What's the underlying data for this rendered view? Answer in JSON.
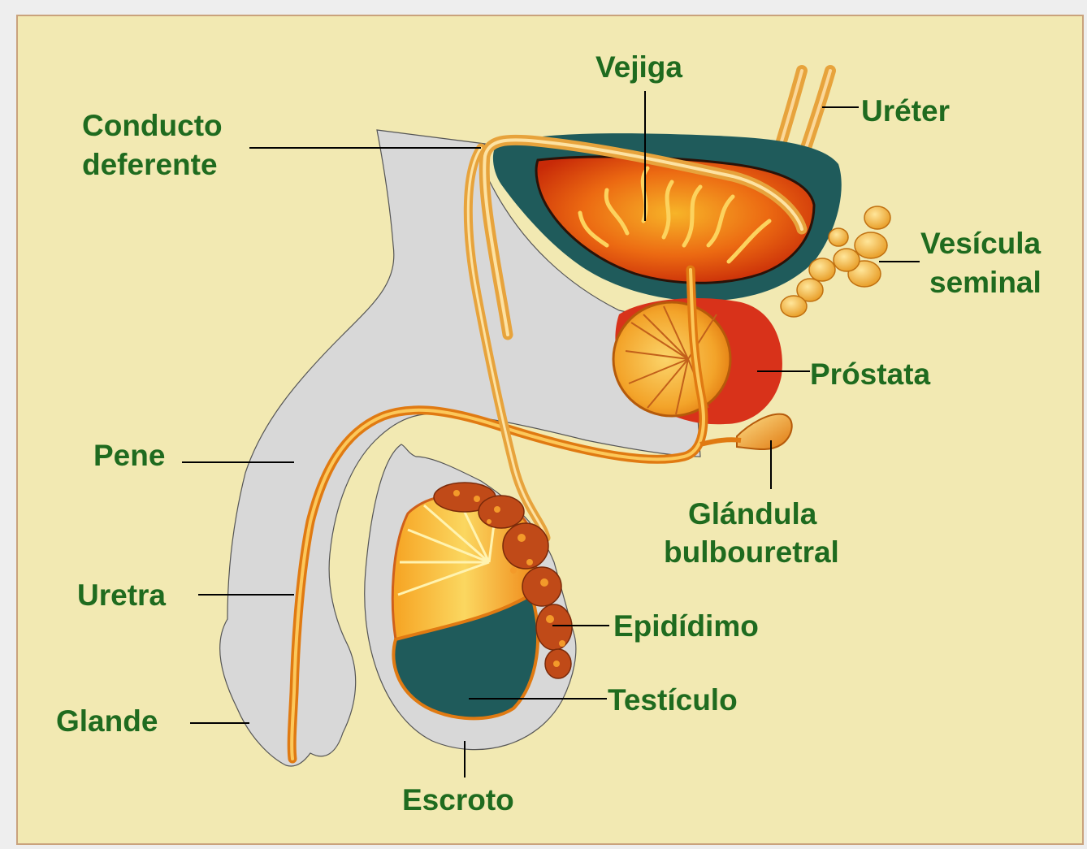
{
  "labels": {
    "vejiga": "Vejiga",
    "ureter": "Uréter",
    "conducto_line1": "Conducto",
    "conducto_line2": "deferente",
    "vesicula_line1": "Vesícula",
    "vesicula_line2": "seminal",
    "prostata": "Próstata",
    "pene": "Pene",
    "glandula_line1": "Glándula",
    "glandula_line2": "bulbouretral",
    "uretra": "Uretra",
    "epididimo": "Epidídimo",
    "testiculo": "Testículo",
    "glande": "Glande",
    "escroto": "Escroto"
  },
  "colors": {
    "background": "#f2e9b2",
    "label_text": "#1f6b1f",
    "leader_line": "#000000",
    "tissue_gray": "#d8d8d8",
    "bladder_wall": "#1f5b5b",
    "bladder_inner": "#e0400a",
    "duct_orange": "#f0a020",
    "testis_teal": "#1f5b5b"
  }
}
